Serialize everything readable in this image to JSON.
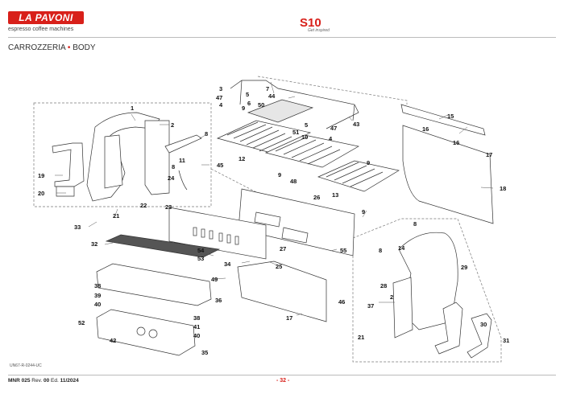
{
  "header": {
    "brand": "LA PAVONI",
    "tagline": "espresso coffee machines",
    "model": "S10",
    "model_sub": "Get inspired"
  },
  "section_title_it": "CARROZZERIA",
  "section_title_en": "BODY",
  "part_labels": [
    "1",
    "2",
    "3",
    "4",
    "5",
    "6",
    "7",
    "8",
    "9",
    "10",
    "11",
    "12",
    "13",
    "14",
    "15",
    "16",
    "17",
    "18",
    "19",
    "20",
    "21",
    "22",
    "23",
    "24",
    "25",
    "26",
    "27",
    "28",
    "29",
    "30",
    "31",
    "32",
    "33",
    "34",
    "35",
    "36",
    "37",
    "38",
    "39",
    "40",
    "41",
    "42",
    "43",
    "44",
    "45",
    "46",
    "47",
    "48",
    "49",
    "50",
    "51",
    "52",
    "53",
    "54",
    "55"
  ],
  "footer": {
    "doc_code": "UN67-R-0244-UC",
    "doc_id": "MNR 025",
    "rev_label": "Rev.",
    "rev": "00",
    "ed_label": "Ed.",
    "ed": "11/2024",
    "page": "- 32 -"
  },
  "colors": {
    "brand_red": "#d8201a",
    "line": "#333333"
  }
}
